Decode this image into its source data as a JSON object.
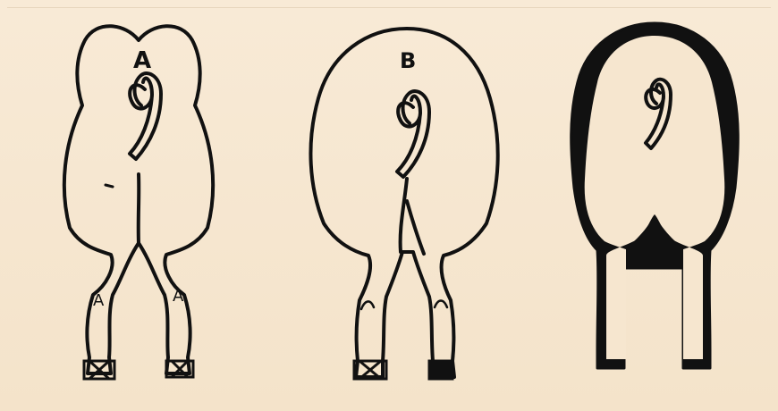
{
  "figures": [
    {
      "id": "A",
      "label": "A",
      "leg_labels": [
        "A",
        "A"
      ]
    },
    {
      "id": "B",
      "label": "B",
      "leg_labels": []
    },
    {
      "id": "C",
      "label": "",
      "leg_labels": []
    }
  ],
  "colors": {
    "paper": "#f6e6cf",
    "ink": "#111111"
  }
}
